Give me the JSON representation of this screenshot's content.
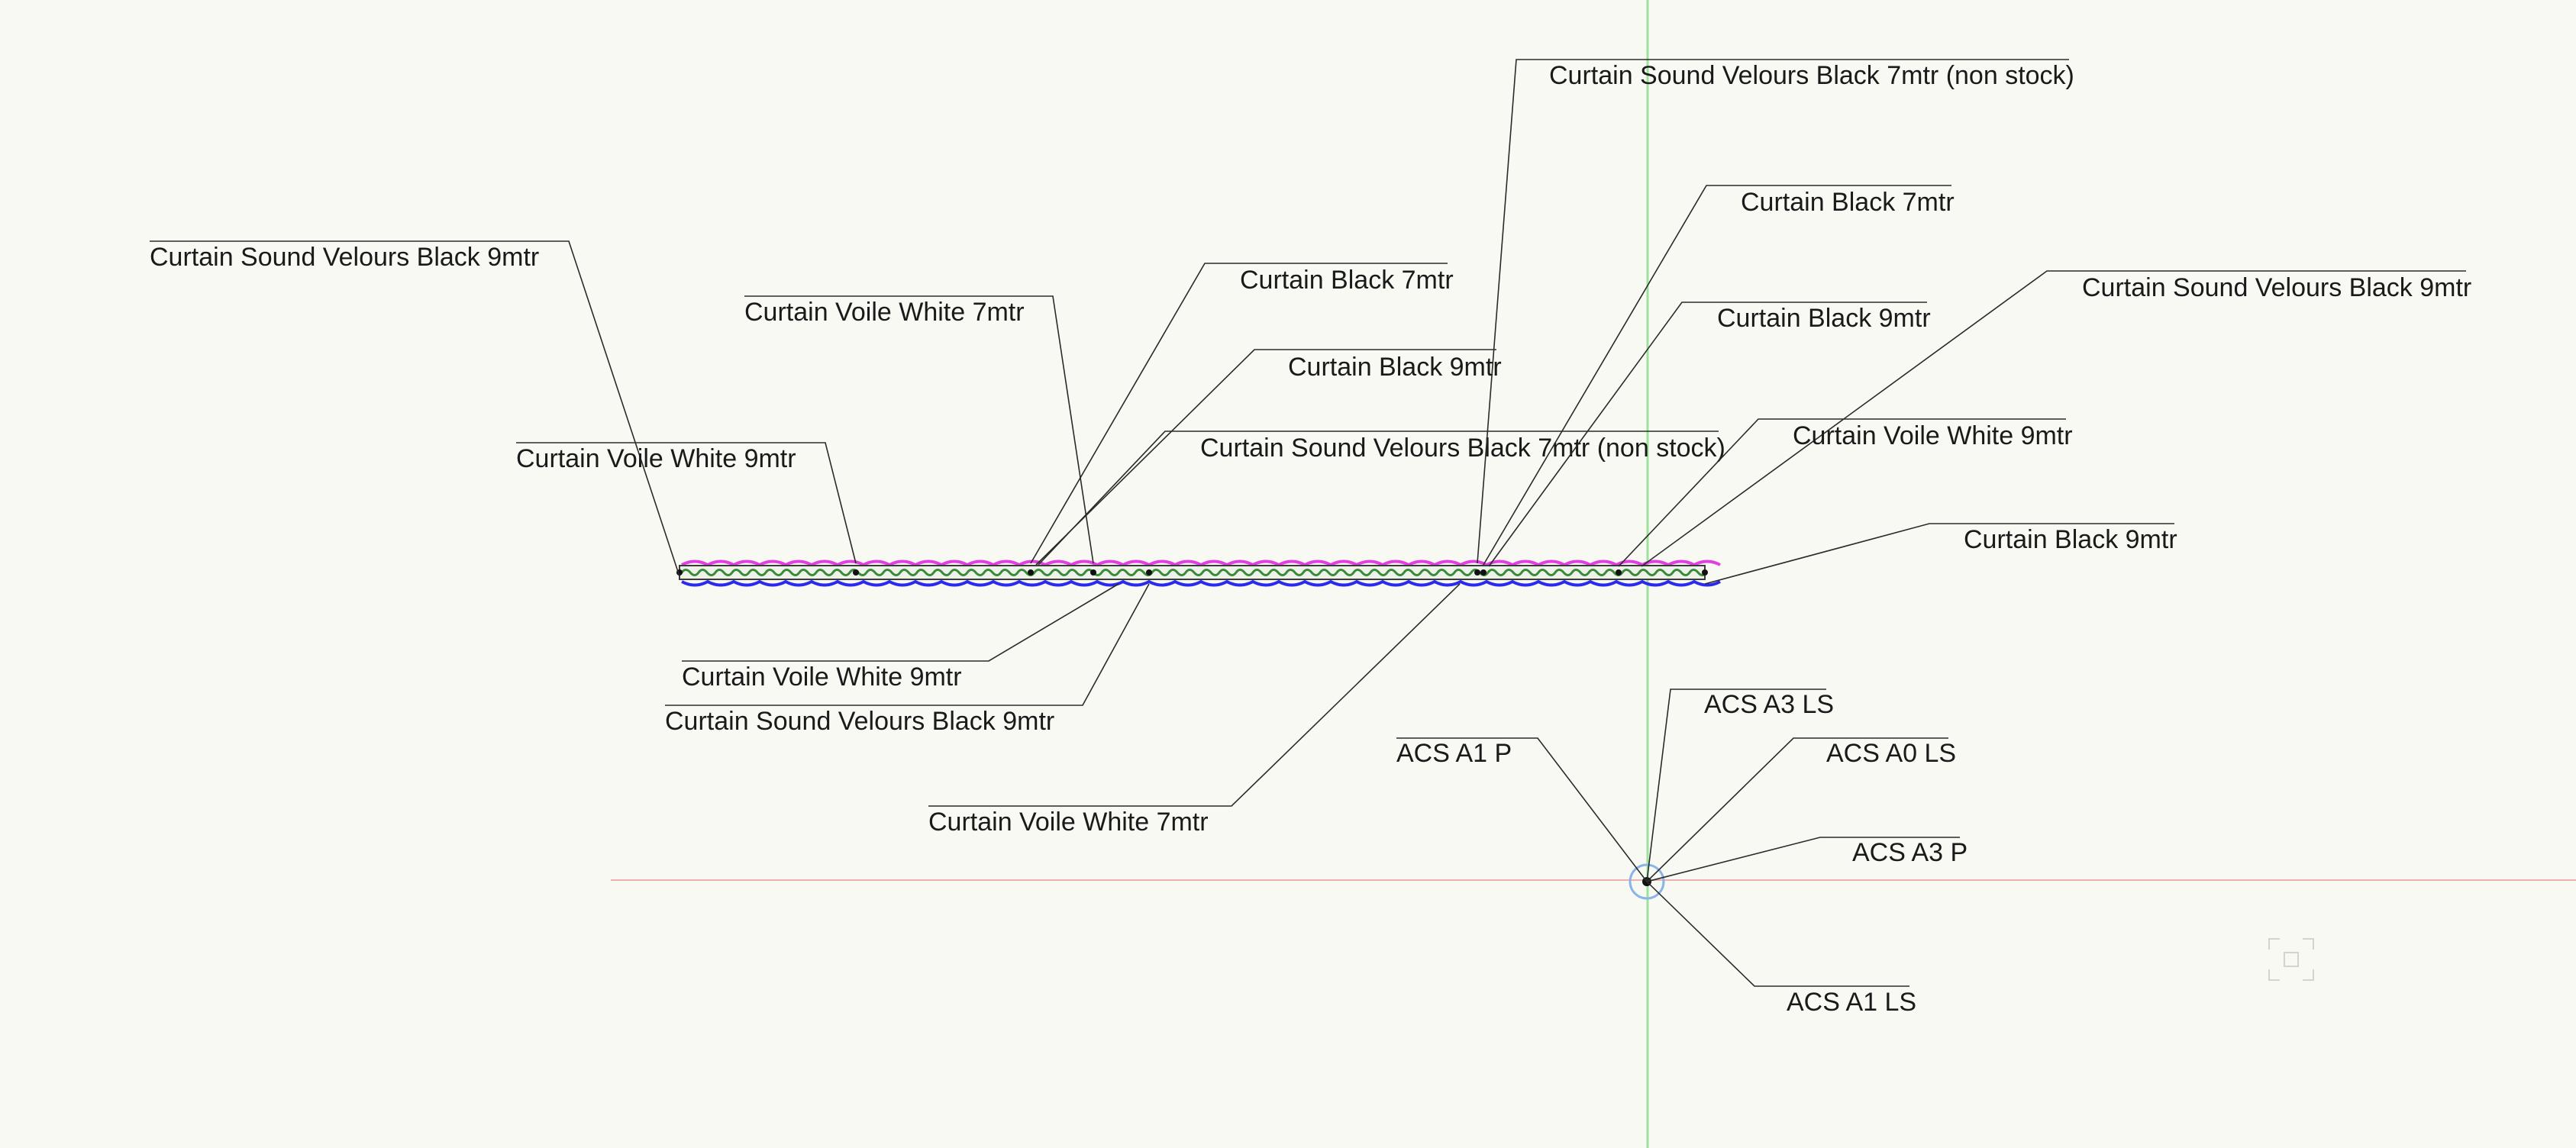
{
  "colors": {
    "background": "#f9f9f4",
    "text": "#1a1a1a",
    "leader_line": "#2a2a2a",
    "axis_vertical": "#9be29b",
    "axis_horizontal": "#f0b0b0",
    "curtain_magenta": "#e040e0",
    "curtain_blue": "#2a2aee",
    "curtain_green": "#3a8a3a",
    "origin_marker": "#8ab4e8"
  },
  "labels": {
    "l01": "Curtain Sound Velours Black 9mtr",
    "l02": "Curtain Voile White 7mtr",
    "l03": "Curtain Voile White 9mtr",
    "l04": "Curtain Black 7mtr",
    "l05": "Curtain Black 9mtr",
    "l06": "Curtain Sound Velours Black 7mtr (non stock)",
    "l07": "Curtain Sound Velours Black 7mtr (non stock)",
    "l08": "Curtain Black 7mtr",
    "l09": "Curtain Black 9mtr",
    "l10": "Curtain Sound Velours Black 9mtr",
    "l11": "Curtain Voile White 9mtr",
    "l12": "Curtain Black 9mtr",
    "l13": "Curtain Voile White 9mtr",
    "l14": "Curtain Sound Velours Black 9mtr",
    "l15": "Curtain Voile White 7mtr",
    "a1": "ACS A3 LS",
    "a2": "ACS A1 P",
    "a3": "ACS A0 LS",
    "a4": "ACS A3 P",
    "a5": "ACS A1 LS"
  },
  "icons": {
    "origin": "origin-crosshair-icon",
    "corner": "viewport-corner-icon"
  }
}
